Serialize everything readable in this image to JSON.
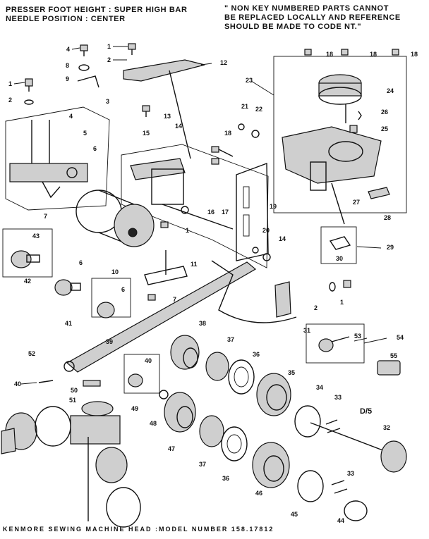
{
  "header": {
    "left_line1": "PRESSER FOOT HEIGHT : SUPER HIGH BAR",
    "left_line2": "NEEDLE POSITION : CENTER",
    "right_line1": "\" NON KEY NUMBERED PARTS CANNOT",
    "right_line2": "BE REPLACED LOCALLY AND REFERENCE",
    "right_line3": "SHOULD BE MADE TO CODE NT.\""
  },
  "footer": "KENMORE SEWING MACHINE HEAD :MODEL NUMBER 158.17812",
  "code": "D/5",
  "callouts": [
    "1",
    "2",
    "3",
    "4",
    "5",
    "6",
    "7",
    "8",
    "9",
    "10",
    "11",
    "12",
    "13",
    "14",
    "15",
    "16",
    "17",
    "18",
    "19",
    "20",
    "21",
    "22",
    "23",
    "24",
    "25",
    "26",
    "27",
    "28",
    "29",
    "30",
    "31",
    "32",
    "33",
    "34",
    "35",
    "36",
    "37",
    "38",
    "39",
    "40",
    "41",
    "42",
    "43",
    "44",
    "45",
    "46",
    "47",
    "48",
    "49",
    "50",
    "51",
    "52",
    "53",
    "54",
    "55"
  ]
}
